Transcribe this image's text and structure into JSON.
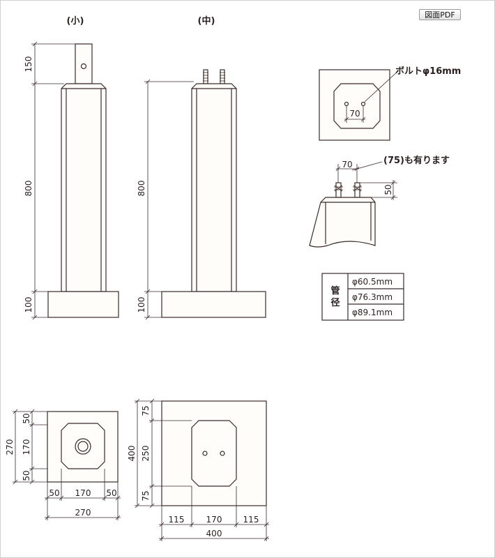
{
  "pdf_button": "図面PDF",
  "small_view": {
    "title": "(小)",
    "dims": {
      "top": "150",
      "body": "800",
      "base": "100"
    }
  },
  "medium_view": {
    "title": "(中)",
    "dims": {
      "body": "800",
      "base": "100"
    }
  },
  "bolt_detail": {
    "label": "ボルトφ16mm",
    "spacing": "70"
  },
  "bolt_side_detail": {
    "spacing": "70",
    "note": "(75)も有ります",
    "height": "50"
  },
  "pipe_table": {
    "header": "管径",
    "rows": [
      "φ60.5mm",
      "φ76.3mm",
      "φ89.1mm"
    ]
  },
  "base_small_plan": {
    "side_dims": [
      "50",
      "170",
      "50"
    ],
    "side_total": "270",
    "bottom_dims": [
      "50",
      "170",
      "50"
    ],
    "bottom_total": "270"
  },
  "base_medium_plan": {
    "side_dims": [
      "75",
      "250",
      "75"
    ],
    "side_total": "400",
    "bottom_dims": [
      "115",
      "170",
      "115"
    ],
    "bottom_total": "400"
  }
}
